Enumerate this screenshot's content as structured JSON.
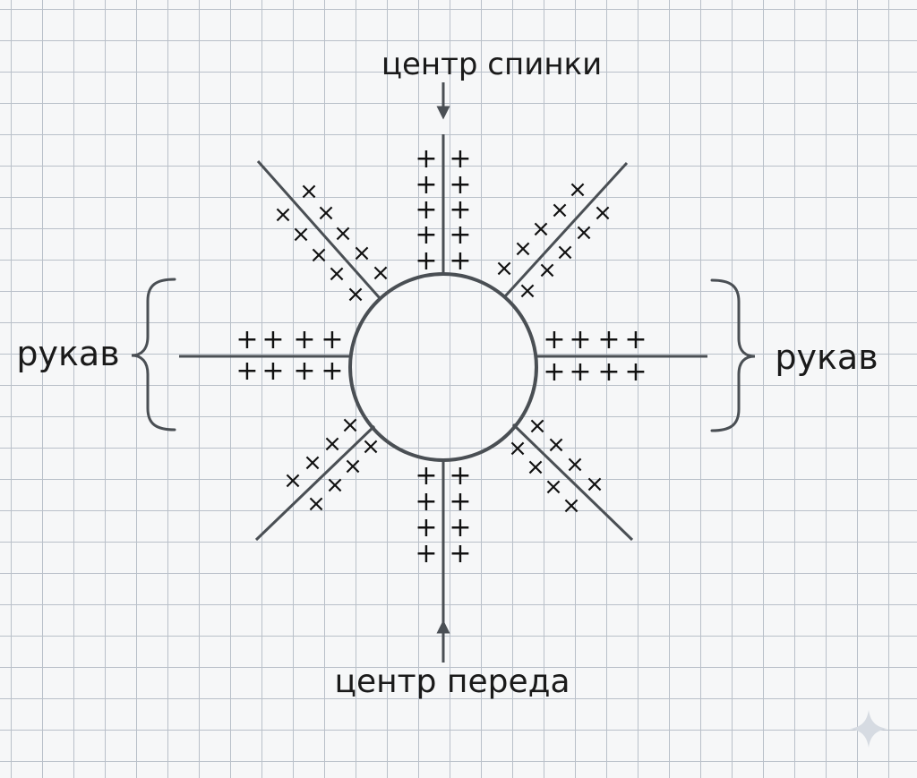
{
  "labels": {
    "back_center": "центр спинки",
    "front_center": "центр переда",
    "sleeve_left": "рукав",
    "sleeve_right": "рукав"
  },
  "symbols": {
    "plus": "+",
    "cross": "×"
  },
  "icons": {
    "corner": "sparkle-icon"
  },
  "colors": {
    "grid": "#b9c0c9",
    "paper": "#f6f7f8",
    "line": "#4a4f54",
    "text": "#1a1a1a"
  }
}
